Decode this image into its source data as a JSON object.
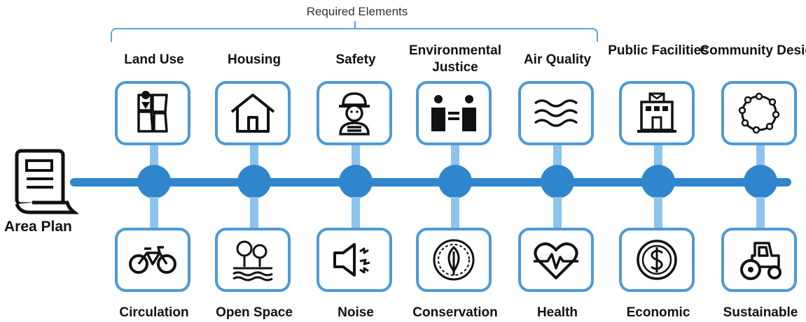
{
  "header": {
    "required_label": "Required Elements"
  },
  "start": {
    "label": "Area Plan",
    "icon": "document-icon"
  },
  "top_items": [
    {
      "label": "Land Use",
      "icon": "map-icon"
    },
    {
      "label": "Housing",
      "icon": "house-icon"
    },
    {
      "label": "Safety",
      "icon": "firefighter-icon"
    },
    {
      "label": "Environmental Justice",
      "icon": "equality-people-icon"
    },
    {
      "label": "Air Quality",
      "icon": "air-waves-icon"
    },
    {
      "label": "Public Facilities",
      "icon": "building-icon"
    },
    {
      "label": "Community Design",
      "icon": "circle-of-dots-icon"
    }
  ],
  "bottom_items": [
    {
      "label": "Circulation",
      "icon": "bicycle-icon"
    },
    {
      "label": "Open Space",
      "icon": "trees-icon"
    },
    {
      "label": "Noise",
      "icon": "speaker-noise-icon"
    },
    {
      "label": "Conservation",
      "icon": "leaf-icon"
    },
    {
      "label": "Health",
      "icon": "heart-pulse-icon"
    },
    {
      "label": "Economic",
      "icon": "dollar-coin-icon"
    },
    {
      "label": "Sustainable",
      "icon": "tractor-icon"
    }
  ],
  "colors": {
    "line": "#2f86cc",
    "connector": "#8cc4ec",
    "box_border": "#4d9ad6"
  }
}
